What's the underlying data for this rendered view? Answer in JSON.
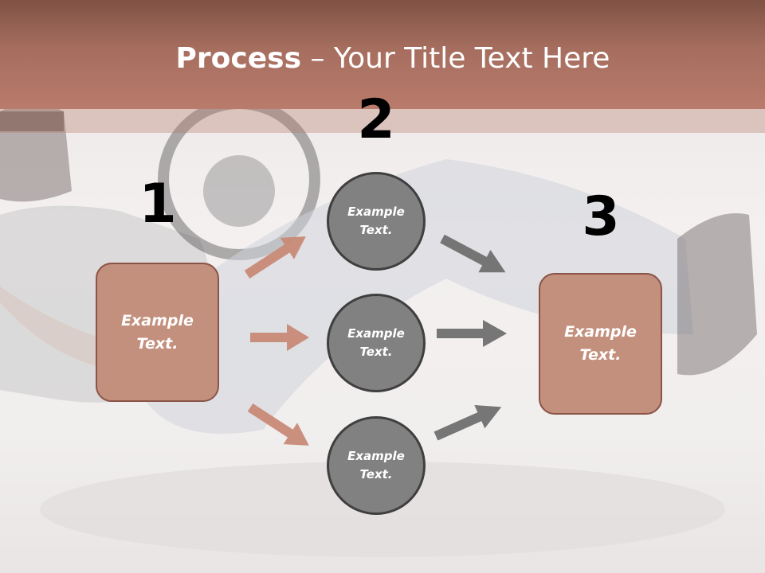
{
  "slide": {
    "title_bold": "Process",
    "title_rest": " – Your Title Text Here"
  },
  "steps": {
    "one": "1",
    "two": "2",
    "three": "3"
  },
  "left_box": {
    "text": "Example\nText."
  },
  "right_box": {
    "text": "Example\nText."
  },
  "circles": [
    {
      "text": "Example\nText."
    },
    {
      "text": "Example\nText."
    },
    {
      "text": "Example\nText."
    }
  ],
  "colors": {
    "title_band": "#b97b6b",
    "box_fill": "#c4907e",
    "box_border": "#8a5447",
    "circle_fill": "#818181",
    "circle_border": "#3f3f3f",
    "left_arrows": "#c98a78",
    "right_arrows": "#707070"
  }
}
